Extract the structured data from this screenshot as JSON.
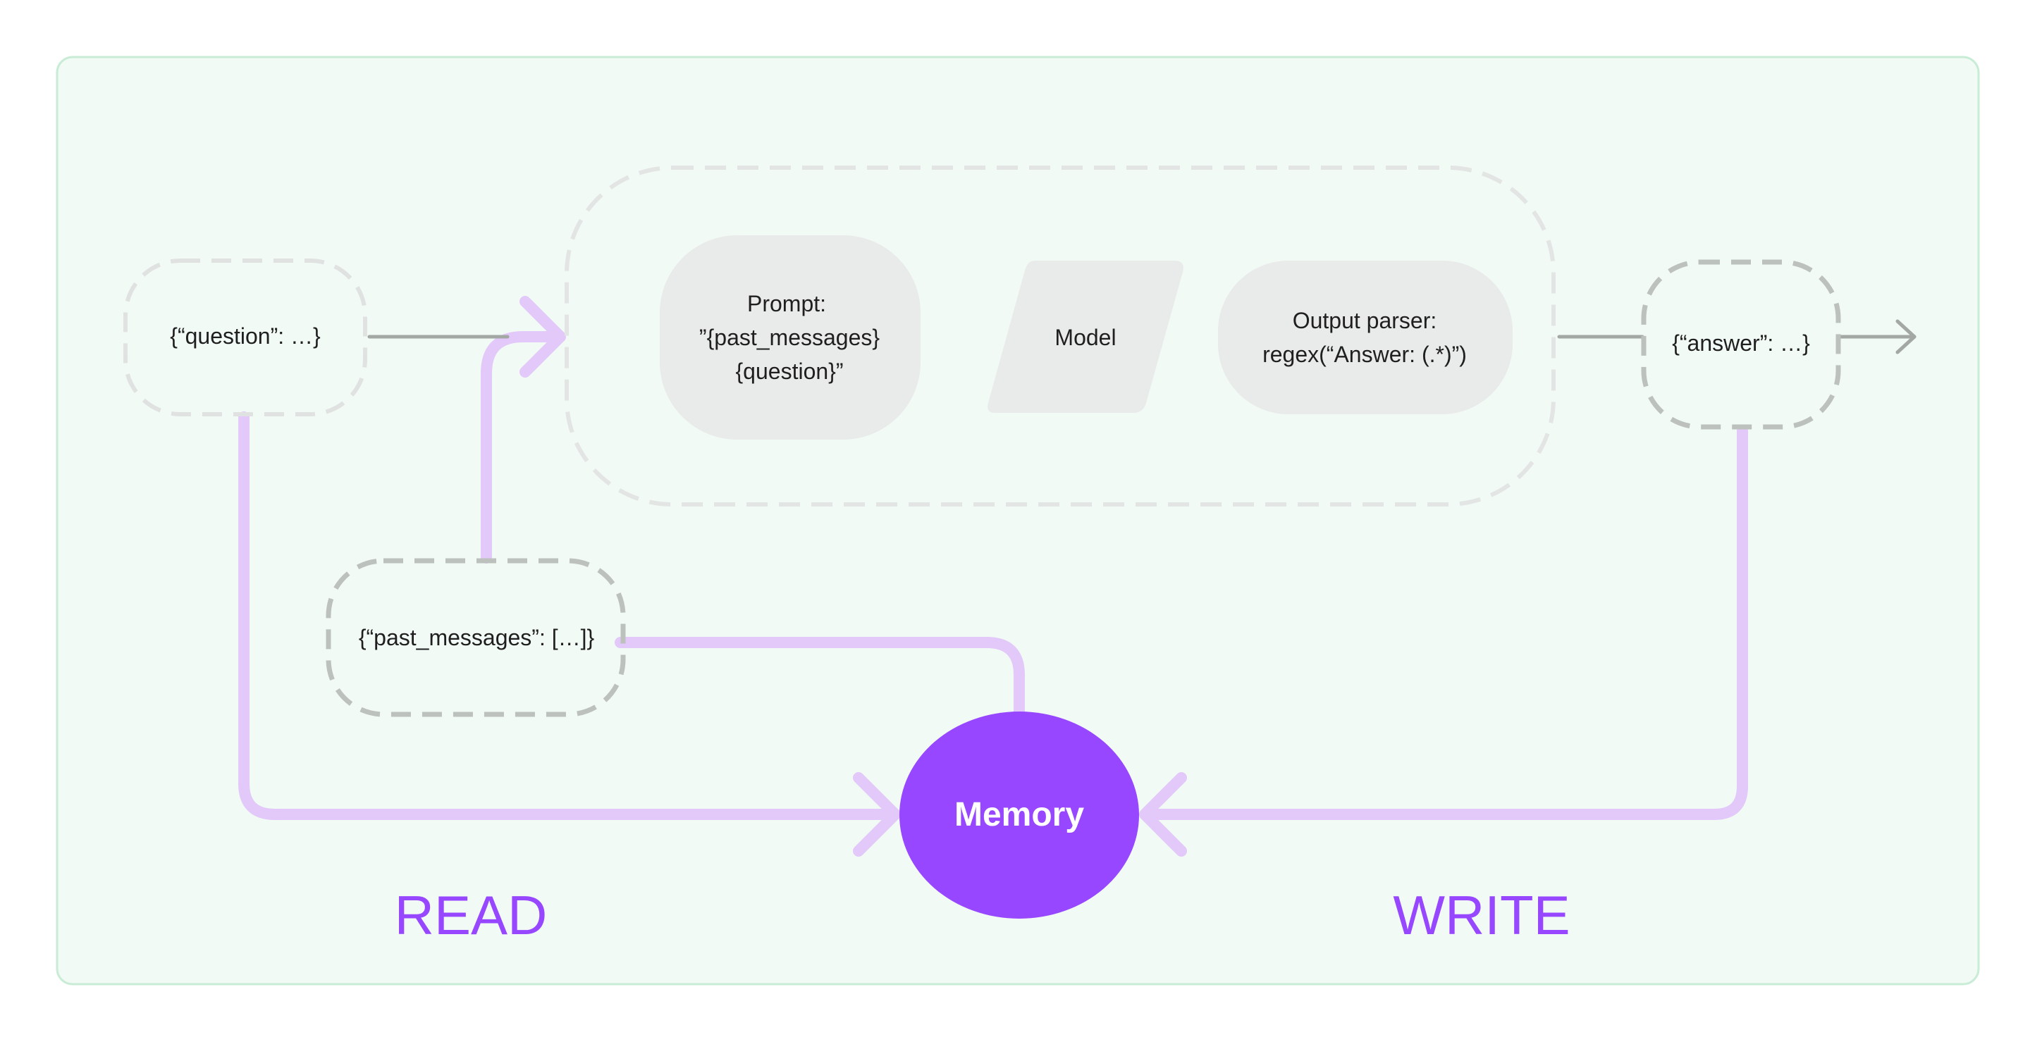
{
  "nodes": {
    "question": "{“question”: …}",
    "prompt": {
      "line1": "Prompt:",
      "line2": "”{past_messages}",
      "line3": "{question}”"
    },
    "model": "Model",
    "parser": {
      "line1": "Output parser:",
      "line2": "regex(“Answer: (.*)”)"
    },
    "answer": "{“answer”: …}",
    "past_messages": "{“past_messages”: […]}",
    "memory": "Memory"
  },
  "labels": {
    "read": "READ",
    "write": "WRITE"
  },
  "colors": {
    "panel_bg": "#f1faf4",
    "panel_border": "#c8ecd6",
    "flow_purple": "#e3c8fa",
    "memory_purple": "#9747ff",
    "label_purple": "#9747ff",
    "gray_box": "#e9eaea",
    "gray_line": "#a3a8a5"
  }
}
